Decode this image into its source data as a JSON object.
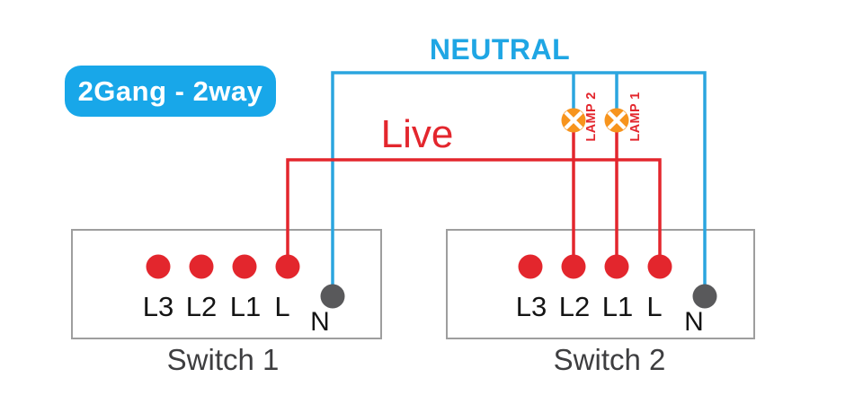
{
  "badge": {
    "label": "2Gang - 2way"
  },
  "wiring": {
    "neutral_label": "NEUTRAL",
    "live_label": "Live"
  },
  "lamps": [
    {
      "label": "LAMP 2"
    },
    {
      "label": "LAMP 1"
    }
  ],
  "switches": [
    {
      "name": "Switch 1",
      "terminals": [
        "L3",
        "L2",
        "L1",
        "L"
      ],
      "neutral_terminal": "N"
    },
    {
      "name": "Switch 2",
      "terminals": [
        "L3",
        "L2",
        "L1",
        "L"
      ],
      "neutral_terminal": "N"
    }
  ],
  "colors": {
    "badge_blue": "#18a7e9",
    "wire_blue": "#2ba5df",
    "wire_red": "#e3262d",
    "lamp_orange": "#f7941d",
    "neutral_dot_gray": "#59595b",
    "box_border_gray": "#9e9e9e"
  }
}
